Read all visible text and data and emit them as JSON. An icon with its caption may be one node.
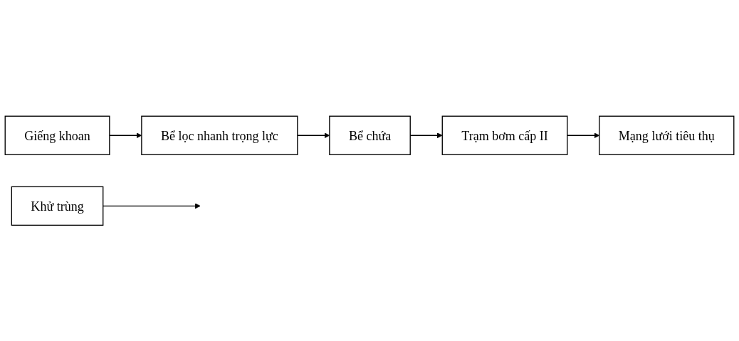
{
  "diagram": {
    "nodes": [
      {
        "text": [
          "Khử trùng"
        ]
      },
      {
        "text": [
          "Giếng khoan"
        ]
      },
      {
        "text": [
          "Bể lọc nhanh trọng lực"
        ]
      },
      {
        "text": [
          "Bể chứa"
        ]
      },
      {
        "text": [
          "Trạm bơm cấp II"
        ]
      },
      {
        "text": [
          "Mạng lưới tiêu thụ"
        ]
      }
    ],
    "edges": [
      {
        "from": 0,
        "to": null,
        "arrow": "to"
      },
      {
        "from": 1,
        "to": 2,
        "arrow": "to"
      },
      {
        "from": 2,
        "to": 3,
        "arrow": "to"
      },
      {
        "from": 3,
        "to": 4,
        "arrow": "to"
      },
      {
        "from": 4,
        "to": 5,
        "arrow": "to"
      }
    ]
  }
}
